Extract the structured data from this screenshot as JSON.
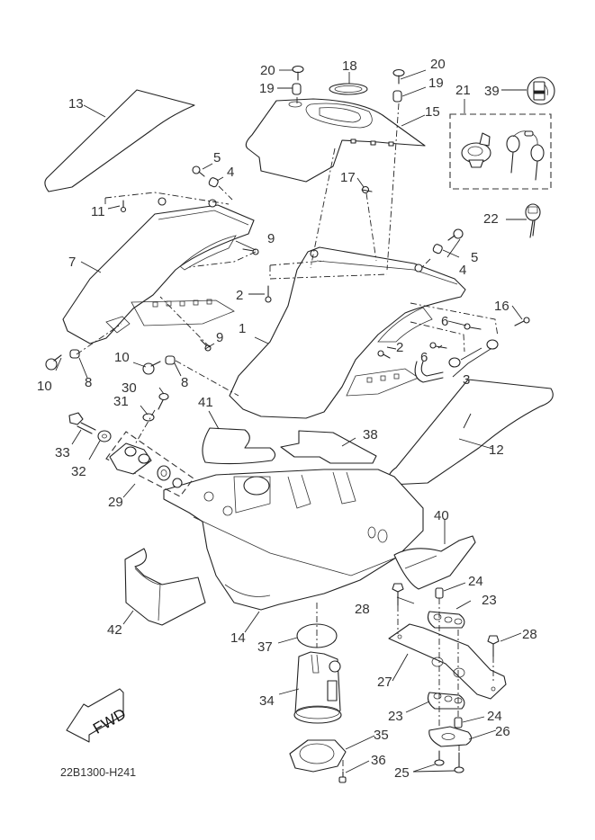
{
  "diagram": {
    "code": "22B1300-H241",
    "direction_marker": "FWD",
    "callouts": [
      {
        "id": "c1",
        "label": "1"
      },
      {
        "id": "c2a",
        "label": "2"
      },
      {
        "id": "c2b",
        "label": "2"
      },
      {
        "id": "c3",
        "label": "3"
      },
      {
        "id": "c4a",
        "label": "4"
      },
      {
        "id": "c4b",
        "label": "4"
      },
      {
        "id": "c5a",
        "label": "5"
      },
      {
        "id": "c5b",
        "label": "5"
      },
      {
        "id": "c6a",
        "label": "6"
      },
      {
        "id": "c6b",
        "label": "6"
      },
      {
        "id": "c7",
        "label": "7"
      },
      {
        "id": "c8a",
        "label": "8"
      },
      {
        "id": "c8b",
        "label": "8"
      },
      {
        "id": "c9a",
        "label": "9"
      },
      {
        "id": "c9b",
        "label": "9"
      },
      {
        "id": "c10a",
        "label": "10"
      },
      {
        "id": "c10b",
        "label": "10"
      },
      {
        "id": "c11",
        "label": "11"
      },
      {
        "id": "c12",
        "label": "12"
      },
      {
        "id": "c13",
        "label": "13"
      },
      {
        "id": "c14",
        "label": "14"
      },
      {
        "id": "c15",
        "label": "15"
      },
      {
        "id": "c16",
        "label": "16"
      },
      {
        "id": "c17",
        "label": "17"
      },
      {
        "id": "c18",
        "label": "18"
      },
      {
        "id": "c19a",
        "label": "19"
      },
      {
        "id": "c19b",
        "label": "19"
      },
      {
        "id": "c20a",
        "label": "20"
      },
      {
        "id": "c20b",
        "label": "20"
      },
      {
        "id": "c21",
        "label": "21"
      },
      {
        "id": "c22",
        "label": "22"
      },
      {
        "id": "c23a",
        "label": "23"
      },
      {
        "id": "c23b",
        "label": "23"
      },
      {
        "id": "c24a",
        "label": "24"
      },
      {
        "id": "c24b",
        "label": "24"
      },
      {
        "id": "c25",
        "label": "25"
      },
      {
        "id": "c26",
        "label": "26"
      },
      {
        "id": "c27",
        "label": "27"
      },
      {
        "id": "c28a",
        "label": "28"
      },
      {
        "id": "c28b",
        "label": "28"
      },
      {
        "id": "c29",
        "label": "29"
      },
      {
        "id": "c30",
        "label": "30"
      },
      {
        "id": "c31",
        "label": "31"
      },
      {
        "id": "c32",
        "label": "32"
      },
      {
        "id": "c33",
        "label": "33"
      },
      {
        "id": "c34",
        "label": "34"
      },
      {
        "id": "c35",
        "label": "35"
      },
      {
        "id": "c36",
        "label": "36"
      },
      {
        "id": "c37",
        "label": "37"
      },
      {
        "id": "c38",
        "label": "38"
      },
      {
        "id": "c39",
        "label": "39"
      },
      {
        "id": "c40",
        "label": "40"
      },
      {
        "id": "c41",
        "label": "41"
      },
      {
        "id": "c42",
        "label": "42"
      }
    ]
  }
}
